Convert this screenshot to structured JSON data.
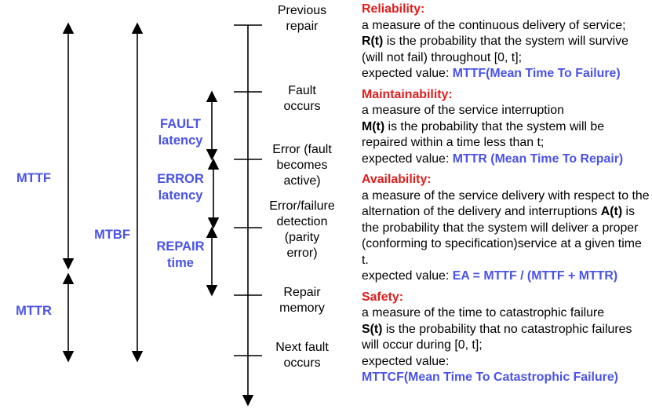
{
  "labels": {
    "mttf": "MTTF",
    "mttr": "MTTR",
    "mtbf": "MTBF",
    "fault_latency": "FAULT\nlatency",
    "error_latency": "ERROR\nlatency",
    "repair_time": "REPAIR\ntime"
  },
  "events": [
    "Previous\nrepair",
    "Fault\noccurs",
    "Error (fault\nbecomes\nactive)",
    "Error/failure\ndetection\n(parity\nerror)",
    "Repair\nmemory",
    "Next fault\noccurs"
  ],
  "definitions": [
    {
      "title": "Reliability:",
      "line1": "a measure of the continuous delivery of service;",
      "kw": "R(t)",
      "rest": " is the probability that the system will survive (will not fail) throughout [0, t];",
      "ev_prefix": "expected value: ",
      "ev_value": "MTTF(Mean Time To Failure)"
    },
    {
      "title": "Maintainability:",
      "line1": "a measure of the service interruption",
      "kw": "M(t)",
      "rest": " is the probability that the system will be repaired within a time less than t;",
      "ev_prefix": "expected value: ",
      "ev_value": "MTTR (Mean Time To Repair)"
    },
    {
      "title": "Availability:",
      "line1": "a measure of the service delivery with respect to the alternation of the delivery and interruptions",
      "kw": "A(t)",
      "rest": " is the probability that the system will deliver a proper (conforming to specification)service at a given time t.",
      "ev_prefix": "expected value: ",
      "ev_value": "EA = MTTF / (MTTF + MTTR)"
    },
    {
      "title": "Safety:",
      "line1": "a measure of the time to catastrophic failure",
      "kw": "S(t)",
      "rest": " is the probability that no catastrophic failures will occur during [0, t];",
      "ev_prefix": "expected value:",
      "ev_value": "MTTCF(Mean Time To Catastrophic Failure)"
    }
  ]
}
